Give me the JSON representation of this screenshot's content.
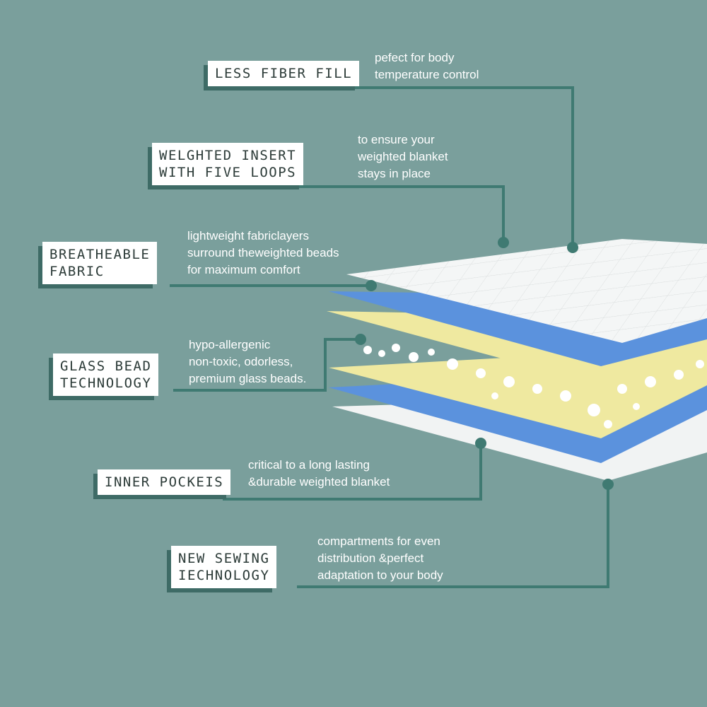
{
  "colors": {
    "background": "#7a9f9c",
    "connector": "#3f7a72",
    "label_bg": "#ffffff",
    "label_shadow": "#3e6b66",
    "label_text": "#2c3b38",
    "desc_text": "#ffffff",
    "layer_white": "#f4f6f6",
    "layer_blue": "#5b92dd",
    "layer_yellow": "#efe9a0"
  },
  "callouts": [
    {
      "label": "LESS FIBER FILL",
      "description": "pefect for body\ntemperature control"
    },
    {
      "label": "WELGHTED INSERT\nWITH FIVE LOOPS",
      "description": "to ensure your\nweighted blanket\nstays in place"
    },
    {
      "label": "BREATHEABLE\nFABRIC",
      "description": "lightweight fabriclayers\nsurround theweighted beads\nfor maximum comfort"
    },
    {
      "label": "GLASS BEAD\nTECHNOLOGY",
      "description": "hypo-allergenic\nnon-toxic, odorless,\npremium glass beads."
    },
    {
      "label": "INNER POCKEIS",
      "description": "critical to a long lasting\n&durable weighted blanket"
    },
    {
      "label": "NEW SEWING\nIECHNOLOGY",
      "description": "compartments for even\ndistribution &perfect\nadaptation to your body"
    }
  ]
}
